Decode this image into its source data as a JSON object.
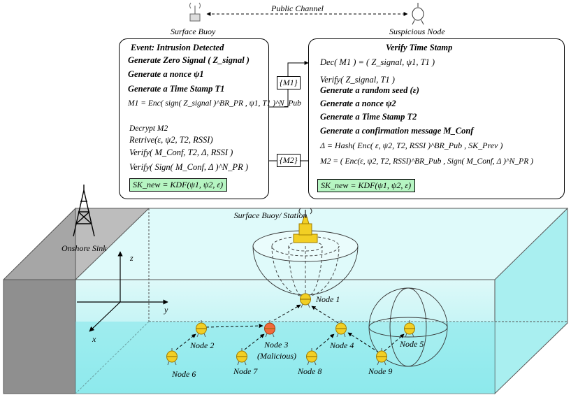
{
  "header": {
    "public_channel": "Public Channel",
    "surface_buoy": "Surface Buoy",
    "suspicious_node": "Suspicious Node"
  },
  "left_box": {
    "title": "Event: Intrusion Detected",
    "lines": [
      "Generate Zero Signal ( Z_signal )",
      "Generate a nonce ψ1",
      "Generate a Time Stamp T1",
      "M1 = Enc( sign( Z_signal )^BR_PR , ψ1, T1 )^N_Pub"
    ],
    "lines2": [
      "Decrypt M2",
      "Retrive(ε, ψ2, T2, RSSI)",
      "Verify( M_Conf, T2, Δ, RSSI )",
      "Verify( Sign( M_Conf, Δ )^N_PR )"
    ],
    "key": "SK_new = KDF(ψ1, ψ2, ε)"
  },
  "right_box": {
    "title": "Verify Time Stamp",
    "lines": [
      "Dec( M1 ) = ( Z_signal, ψ1, T1 )",
      "Verify( Z_signal, T1 )",
      "Generate a random seed (ε)",
      "Generate a nonce ψ2",
      "Generate a Time Stamp T2",
      "Generate a confirmation message M_Conf",
      "Δ = Hash( Enc( ε, ψ2, T2, RSSI )^BR_Pub , SK_Prev )",
      "M2 = ( Enc(ε, ψ2, T2, RSSI)^BR_Pub , Sign( M_Conf, Δ )^N_PR )"
    ],
    "key": "SK_new = KDF(ψ1, ψ2, ε)"
  },
  "messages": {
    "m1": "{M1}",
    "m2": "{M2}"
  },
  "scene": {
    "onshore_sink": "Onshore Sink",
    "station": "Surface Buoy/ Station",
    "axis_z": "z",
    "axis_y": "y",
    "axis_x": "x",
    "colors": {
      "water_top": "#c8f4f4",
      "water_bottom": "#7ee8ea",
      "node": "#f2cf24",
      "malicious": "#f06a3a",
      "land": "#9a9a9a"
    },
    "nodes": [
      {
        "label": "Node 1"
      },
      {
        "label": "Node 2"
      },
      {
        "label": "Node 3"
      },
      {
        "label": "(Malicious)"
      },
      {
        "label": "Node 4"
      },
      {
        "label": "Node 5"
      },
      {
        "label": "Node 6"
      },
      {
        "label": "Node 7"
      },
      {
        "label": "Node 8"
      },
      {
        "label": "Node 9"
      }
    ]
  }
}
